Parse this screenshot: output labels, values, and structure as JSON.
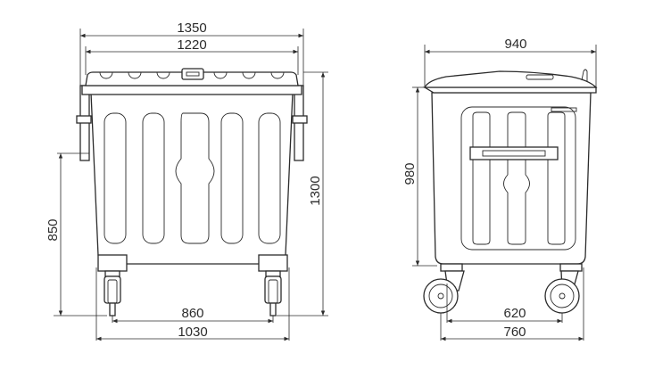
{
  "front_view": {
    "dim_top_outer": "1350",
    "dim_top_inner": "1220",
    "dim_left_height": "850",
    "dim_right_height": "1300",
    "dim_bottom_inner": "860",
    "dim_bottom_outer": "1030"
  },
  "side_view": {
    "dim_top": "940",
    "dim_left_height": "980",
    "dim_bottom_inner": "620",
    "dim_bottom_outer": "760"
  }
}
